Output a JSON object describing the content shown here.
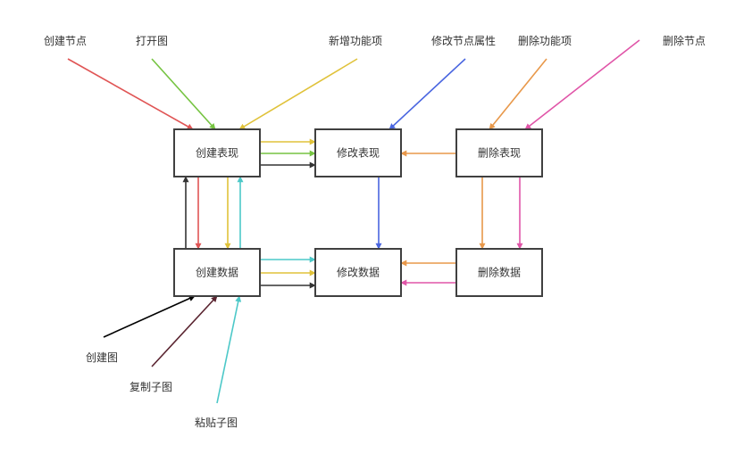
{
  "diagram": {
    "nodes": {
      "create_view": "创建表现",
      "modify_view": "修改表现",
      "delete_view": "删除表现",
      "create_data": "创建数据",
      "modify_data": "修改数据",
      "delete_data": "删除数据"
    },
    "labels": {
      "create_node": "创建节点",
      "open_graph": "打开图",
      "add_function": "新增功能项",
      "modify_node_attr": "修改节点属性",
      "delete_function": "删除功能项",
      "delete_node": "删除节点",
      "create_graph": "创建图",
      "copy_subgraph": "复制子图",
      "paste_subgraph": "粘贴子图"
    },
    "colors": {
      "red": "#e05555",
      "green": "#76c442",
      "yellow": "#e0c23a",
      "blue": "#4a66e0",
      "orange": "#e8984a",
      "pink": "#e055a8",
      "black": "#333333",
      "black_strong": "#000000",
      "maroon": "#5a2430",
      "cyan": "#4cc8c8"
    }
  }
}
